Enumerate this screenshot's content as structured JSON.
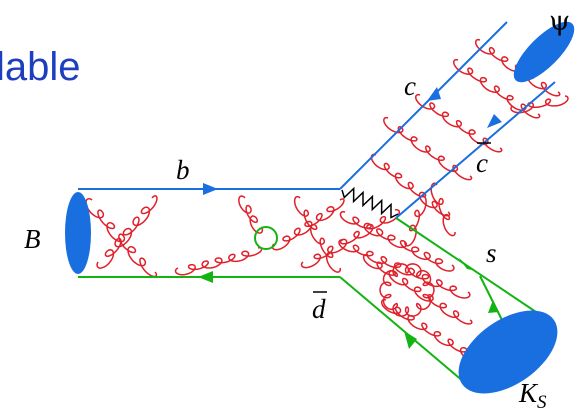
{
  "title": "lable",
  "labels": {
    "B": "B",
    "b": "b",
    "d": "d",
    "c": "c",
    "cbar": "c",
    "s": "s",
    "psi": "ψ",
    "Ks_main": "K",
    "Ks_sub": "S"
  },
  "colors": {
    "title": "#1d3fbf",
    "quark_blue": "#1a6fe0",
    "quark_green": "#13b313",
    "gluon": "#e0202a",
    "weak_boson": "#000000",
    "hadron_blob": "#1a6fe0"
  }
}
